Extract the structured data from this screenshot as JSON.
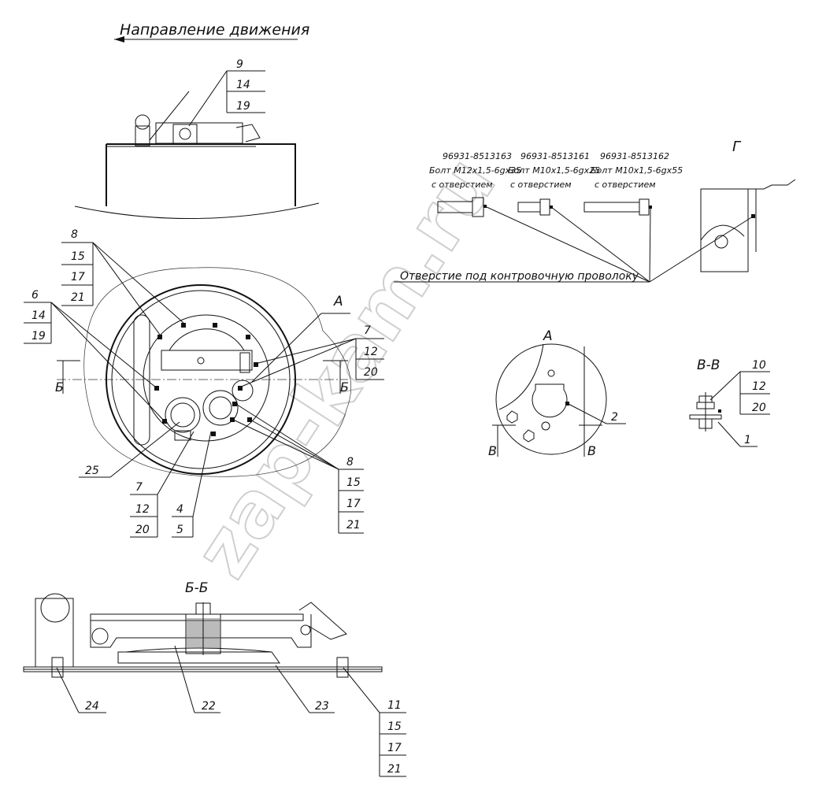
{
  "direction_label": "Направление движения",
  "labels": {
    "top_stack": [
      "9",
      "14",
      "19"
    ],
    "left_stack_8": [
      "8",
      "15",
      "17",
      "21"
    ],
    "left_stack_6": [
      "6",
      "14",
      "19"
    ],
    "right_stack_7": [
      "7",
      "12",
      "20"
    ],
    "right_stack_8": [
      "8",
      "15",
      "17",
      "21"
    ],
    "bottom_stack_7": [
      "7",
      "12",
      "20"
    ],
    "bottom_stack_4": [
      "4",
      "5"
    ],
    "vv_stack": [
      "10",
      "12",
      "20"
    ],
    "bottom_right_stack": [
      "11",
      "15",
      "17",
      "21"
    ],
    "single": {
      "p25": "25",
      "p2": "2",
      "p1": "1",
      "p24": "24",
      "p22": "22",
      "p23": "23"
    }
  },
  "views": {
    "section_bb": "Б-Б",
    "section_vv": "В-В",
    "view_a": "А",
    "view_g": "Г",
    "mark_b": "Б",
    "mark_v": "В"
  },
  "bolts": [
    {
      "code": "96931-8513163",
      "spec": "Болт М12х1,5-6gх35",
      "note": "с отверстием"
    },
    {
      "code": "96931-8513161",
      "spec": "Болт М10х1,5-6gх25",
      "note": "с отверстием"
    },
    {
      "code": "96931-8513162",
      "spec": "Болт М10х1,5-6gх55",
      "note": "с отверстием"
    }
  ],
  "wire_hole_label": "Отверстие под контровочную проволоку",
  "watermark": "zap-kam.ru"
}
